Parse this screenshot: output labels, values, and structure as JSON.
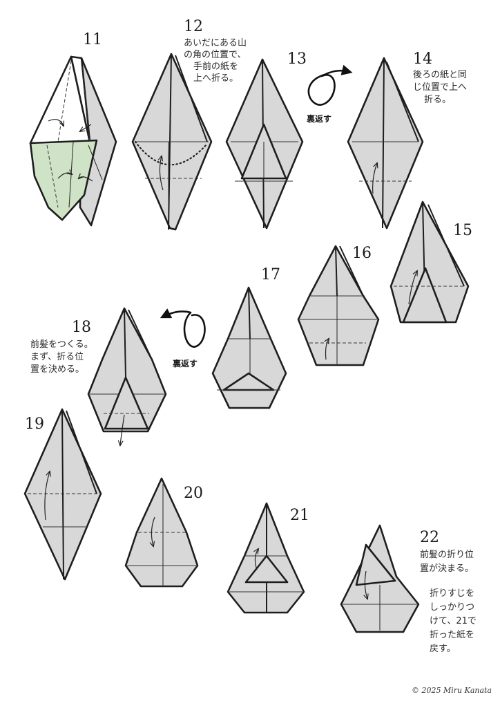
{
  "steps": [
    {
      "number": "11",
      "text": []
    },
    {
      "number": "12",
      "text": [
        "あいだにある山",
        "の角の位置で、",
        "手前の紙を",
        "上へ折る。"
      ]
    },
    {
      "number": "13",
      "text": []
    },
    {
      "number": "14",
      "text": [
        "後ろの紙と同",
        "じ位置で上へ",
        "折る。"
      ]
    },
    {
      "number": "15",
      "text": []
    },
    {
      "number": "16",
      "text": []
    },
    {
      "number": "17",
      "text": []
    },
    {
      "number": "18",
      "text": [
        "前髪をつくる。",
        "まず、折る位",
        "置を決める。"
      ]
    },
    {
      "number": "19",
      "text": []
    },
    {
      "number": "20",
      "text": []
    },
    {
      "number": "21",
      "text": []
    },
    {
      "number": "22",
      "text": [
        "前髪の折り位",
        "置が決まる。",
        "",
        "折りすじを",
        "しっかりつ",
        "けて、21で",
        "折った紙を",
        "戻す。"
      ]
    }
  ],
  "flip_labels": {
    "after_13": "裏返す",
    "after_17": "裏返す"
  },
  "copyright": "© 2025 Miru Kanata",
  "colors": {
    "paper": "#d8d8d8",
    "highlight": "#cfe3c6",
    "ink": "#1e1e1e"
  }
}
